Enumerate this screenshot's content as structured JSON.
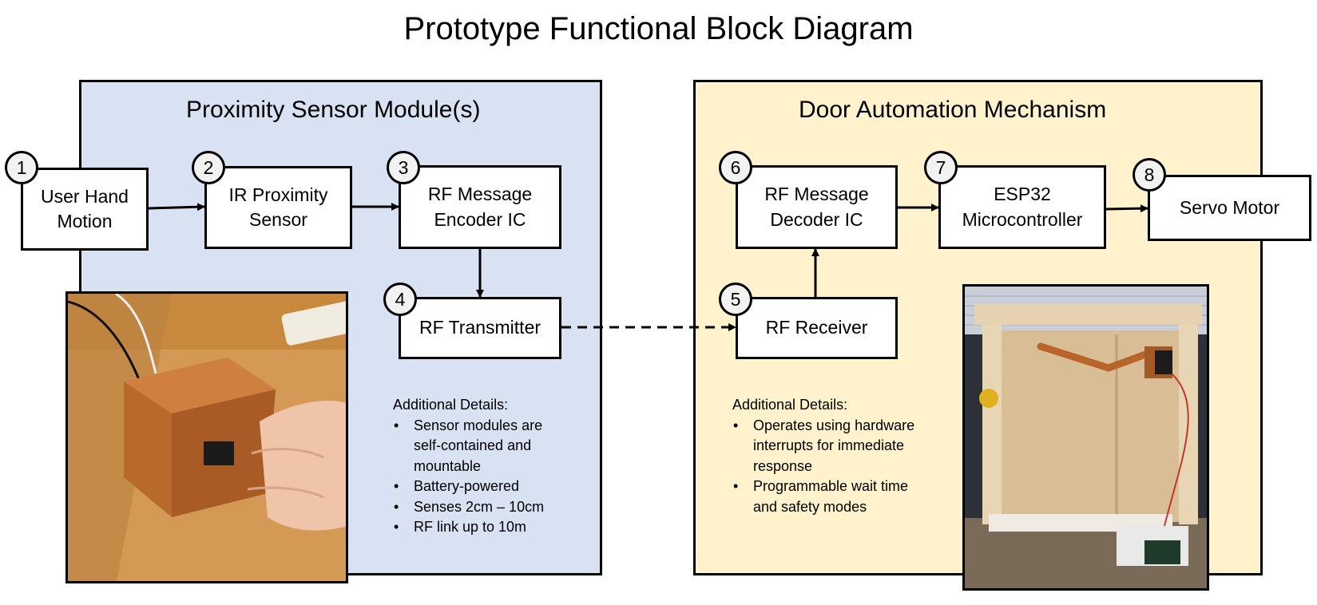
{
  "title": "Prototype Functional Block Diagram",
  "left_panel": {
    "title": "Proximity Sensor Module(s)",
    "details_heading": "Additional Details:",
    "details": [
      "Sensor modules are self-contained and mountable",
      "Battery-powered",
      "Senses 2cm – 10cm",
      "RF link up to 10m"
    ]
  },
  "right_panel": {
    "title": "Door Automation Mechanism",
    "details_heading": "Additional Details:",
    "details": [
      "Operates using hardware interrupts for immediate response",
      "Programmable wait time and safety modes"
    ]
  },
  "blocks": {
    "b1": {
      "num": "1",
      "line1": "User Hand",
      "line2": "Motion"
    },
    "b2": {
      "num": "2",
      "line1": "IR Proximity",
      "line2": "Sensor"
    },
    "b3": {
      "num": "3",
      "line1": "RF Message",
      "line2": "Encoder IC"
    },
    "b4": {
      "num": "4",
      "line1": "RF Transmitter"
    },
    "b5": {
      "num": "5",
      "line1": "RF Receiver"
    },
    "b6": {
      "num": "6",
      "line1": "RF Message",
      "line2": "Decoder IC"
    },
    "b7": {
      "num": "7",
      "line1": "ESP32",
      "line2": "Microcontroller"
    },
    "b8": {
      "num": "8",
      "line1": "Servo Motor"
    }
  },
  "colors": {
    "left_panel_bg": "#d9e2f3",
    "right_panel_bg": "#fff2cc",
    "number_badge_bg": "#f2f2f2",
    "stroke": "#000000"
  }
}
